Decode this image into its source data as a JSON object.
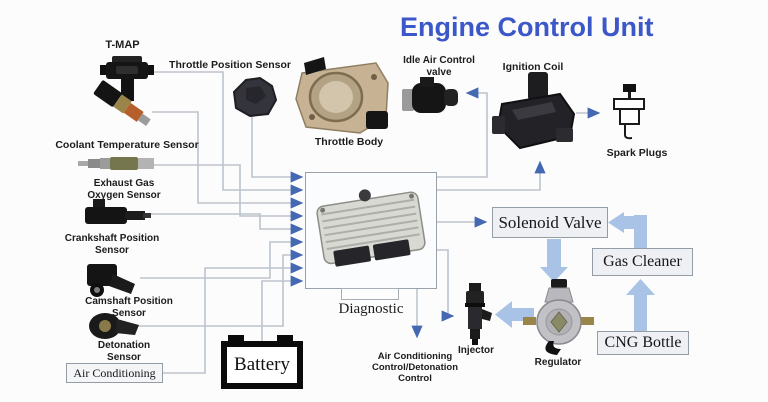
{
  "title": "Engine Control Unit",
  "labels": {
    "t_map": "T-MAP",
    "throttle_position_sensor": "Throttle Position Sensor",
    "coolant_temperature_sensor": "Coolant Temperature Sensor",
    "exhaust_gas_oxygen_sensor": "Exhaust Gas Oxygen Sensor",
    "crankshaft_position_sensor": "Crankshaft Position Sensor",
    "camshaft_position_sensor": "Camshaft Position Sensor",
    "detonation_sensor": "Detonation Sensor",
    "throttle_body": "Throttle Body",
    "idle_air_control_valve": "Idle Air Control valve",
    "ignition_coil": "Ignition Coil",
    "spark_plugs": "Spark Plugs",
    "diagnostic": "Diagnostic",
    "injector": "Injector",
    "regulator": "Regulator",
    "ac_detonation_control": "Air Conditioning Control/Detonation Control"
  },
  "boxes": {
    "air_conditioning": "Air Conditioning",
    "battery": "Battery",
    "solenoid_valve": "Solenoid Valve",
    "gas_cleaner": "Gas Cleaner",
    "cng_bottle": "CNG Bottle"
  },
  "colors": {
    "title_blue": "#3b57c8",
    "small_arrow_blue": "#4468b2",
    "flow_arrow_blue": "#a9c3e6",
    "connector_line_gray": "#bcc4cc",
    "box_border_gray": "#949ca6",
    "box_background": "#eef0f3"
  }
}
